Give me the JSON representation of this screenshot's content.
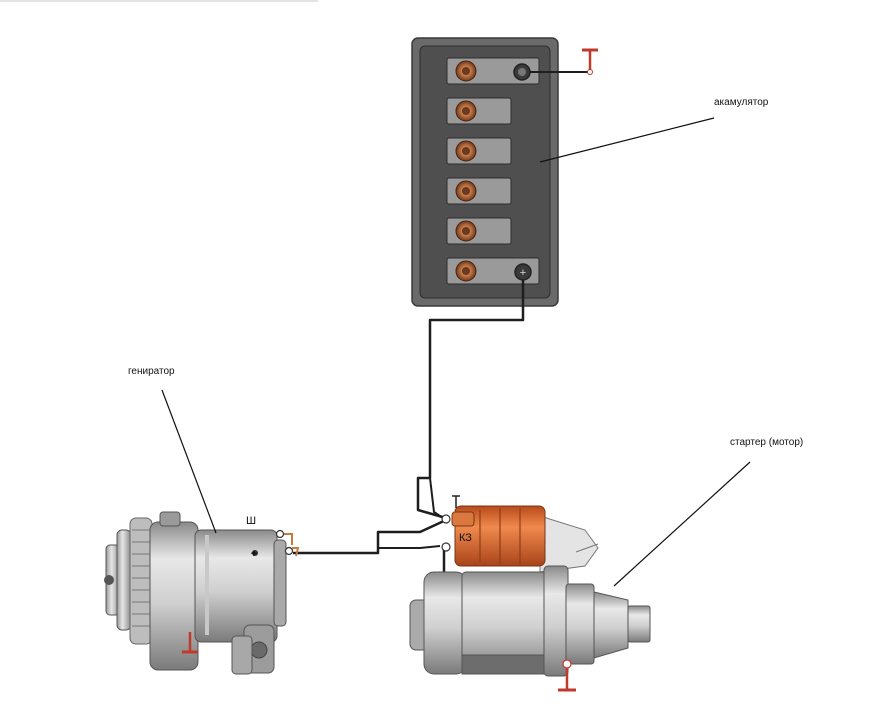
{
  "labels": {
    "battery": "акамулятор",
    "generator": "гениратор",
    "starter": "стартер (мотор)",
    "generator_terminal": "Ш",
    "battery_plus": "+",
    "generator_plus": "+",
    "relay_terminal": "КЗ"
  },
  "colors": {
    "battery_case": "#5d5d5d",
    "battery_panel": "#4b4b4b",
    "cell_plate": "#9a9a9a",
    "cell_terminal": "#b56a3a",
    "wire": "#1e1e1e",
    "ground": "#c0392b",
    "relay": "#e06a2e",
    "metal_light": "#e2e2e2",
    "metal_mid": "#bdbdbd",
    "metal_dark": "#7d7d7d"
  },
  "icons": {
    "ground": "ground-symbol-icon",
    "terminal": "terminal-post-icon"
  }
}
